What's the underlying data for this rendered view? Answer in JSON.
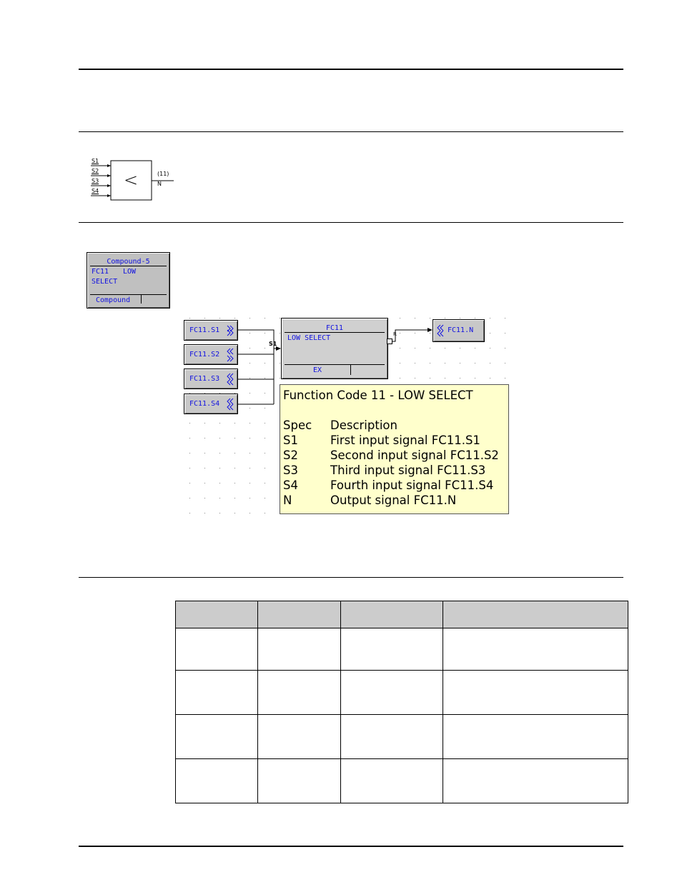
{
  "symbol": {
    "inputs": [
      "S1",
      "S2",
      "S3",
      "S4"
    ],
    "operator": "<",
    "block_number": "(11)",
    "output": "N"
  },
  "compound": {
    "title": "Compound-5",
    "line1_a": "FC11",
    "line1_b": "LOW",
    "line2": "SELECT",
    "footer": "Compound"
  },
  "diagram": {
    "input_tags": [
      "FC11.S1",
      "FC11.S2",
      "FC11.S3",
      "FC11.S4"
    ],
    "input_pin_label": "S1",
    "output_pin_label": "R",
    "block": {
      "title": "FC11",
      "name": "LOW SELECT",
      "footer": "EX"
    },
    "output_tag": "FC11.N"
  },
  "tooltip": {
    "title": "Function Code 11 - LOW SELECT",
    "header_spec": "Spec",
    "header_desc": "Description",
    "rows": [
      {
        "spec": "S1",
        "desc": "First input signal FC11.S1"
      },
      {
        "spec": "S2",
        "desc": "Second input signal FC11.S2"
      },
      {
        "spec": "S3",
        "desc": "Third input signal FC11.S3"
      },
      {
        "spec": "S4",
        "desc": "Fourth input signal FC11.S4"
      },
      {
        "spec": "N",
        "desc": "Output signal FC11.N"
      }
    ]
  },
  "colors": {
    "tag_text": "#1010e0",
    "tooltip_bg": "#ffffcc",
    "block_bg": "#d0d0d0",
    "table_header_bg": "#cccccc"
  }
}
